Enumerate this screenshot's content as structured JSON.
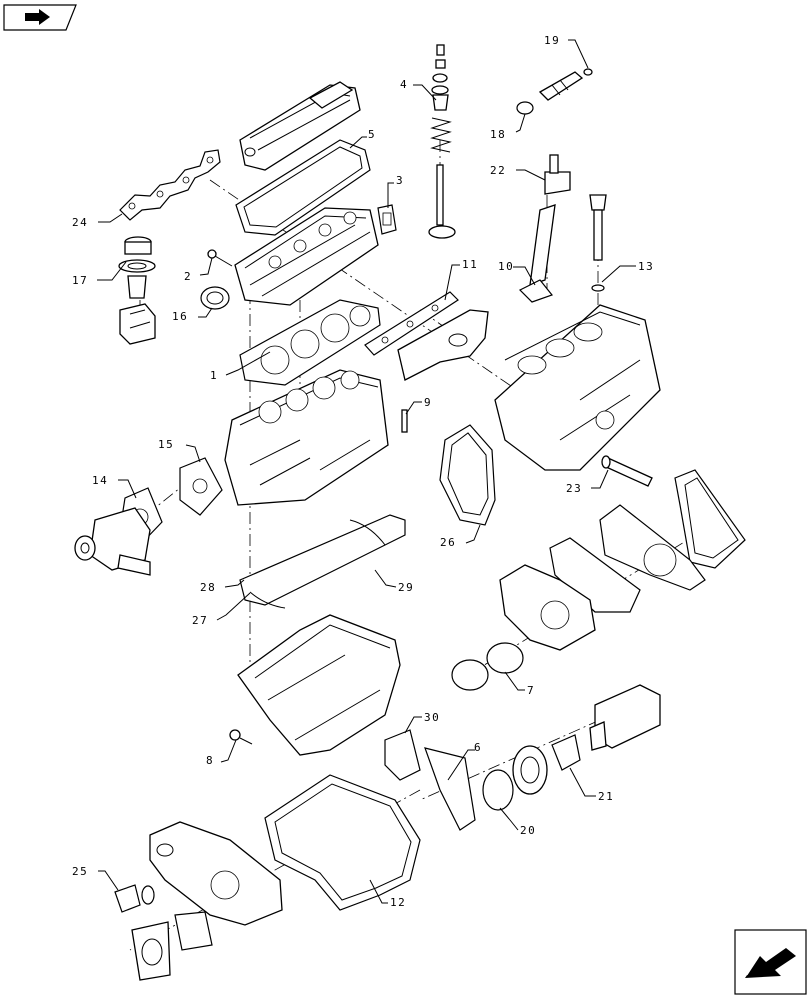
{
  "callouts": [
    "1",
    "2",
    "3",
    "4",
    "5",
    "6",
    "7",
    "8",
    "9",
    "10",
    "11",
    "12",
    "13",
    "14",
    "15",
    "16",
    "17",
    "18",
    "19",
    "20",
    "21",
    "22",
    "23",
    "24",
    "25",
    "26",
    "27",
    "28",
    "29",
    "30"
  ],
  "nav": {
    "top_icon": "right-arrow-icon",
    "bottom_icon": "return-arrow-icon"
  }
}
